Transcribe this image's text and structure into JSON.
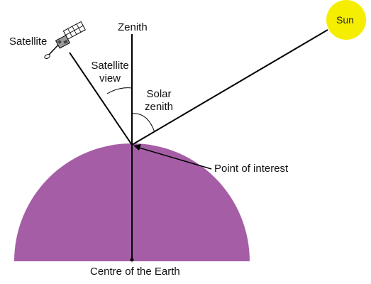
{
  "labels": {
    "zenith": "Zenith",
    "sun": "Sun",
    "satellite": "Satellite",
    "satellite_view": [
      "Satellite",
      "view"
    ],
    "solar_zenith": [
      "Solar",
      "zenith"
    ],
    "point_of_interest": "Point of interest",
    "earth_centre": "Centre of the Earth"
  },
  "colors": {
    "earth": "#a55ea6",
    "sun": "#f5ee00",
    "lines": "#000000",
    "text": "#111111"
  },
  "icons": {
    "satellite": "satellite-icon",
    "sun": "sun-icon"
  }
}
